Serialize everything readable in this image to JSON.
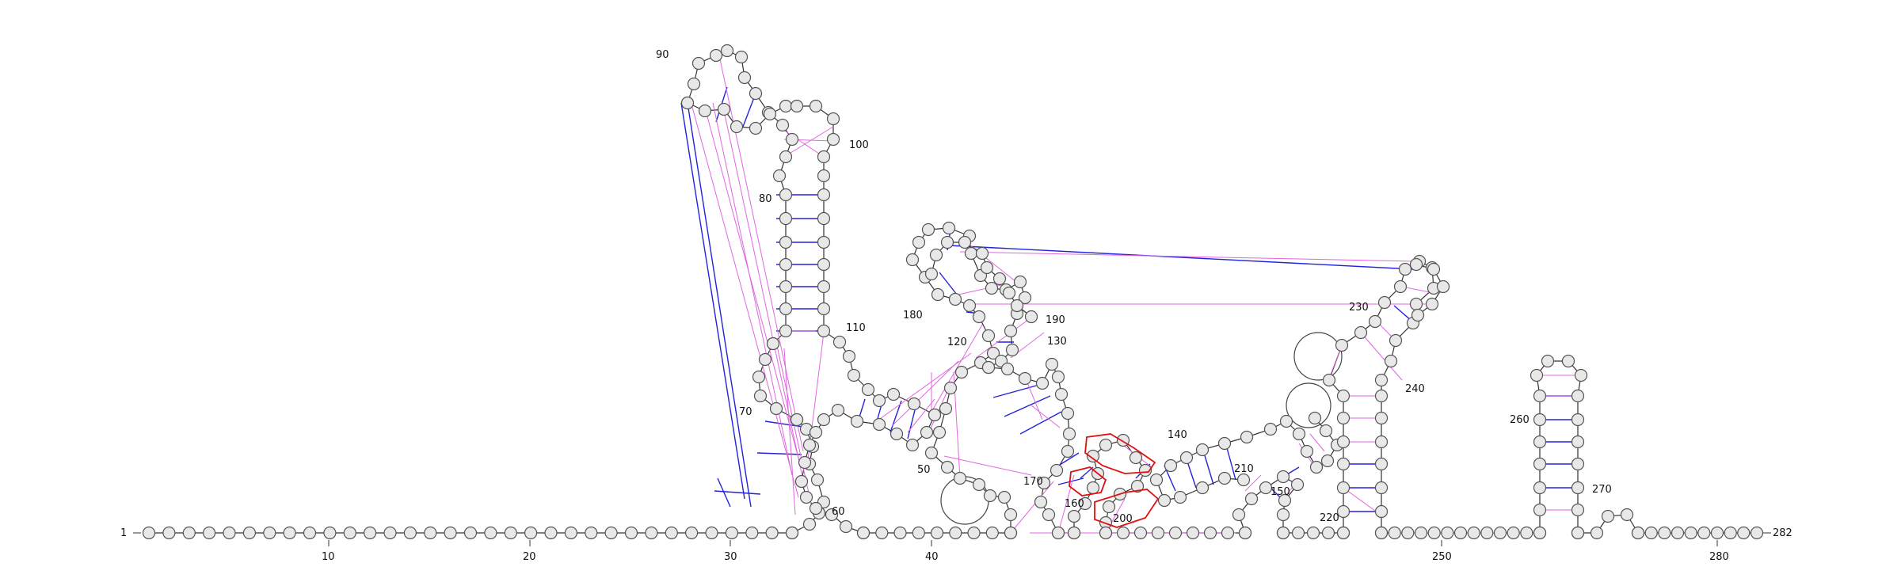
{
  "colors": {
    "nucleotide_fill": "#e8e8e8",
    "nucleotide_stroke": "#555555",
    "backbone": "#333333",
    "canonical_pair": "#2222dd",
    "noncanonical_pair": "#e066e0",
    "highlight": "#dd1111"
  },
  "axis_ticks": [
    "10",
    "20",
    "30",
    "40",
    "250",
    "280"
  ],
  "labels": {
    "n1": "1",
    "n10": "10",
    "n20": "20",
    "n30": "30",
    "n40": "40",
    "n50": "50",
    "n60": "60",
    "n70": "70",
    "n80": "80",
    "n90": "90",
    "n100": "100",
    "n110": "110",
    "n120": "120",
    "n130": "130",
    "n140": "140",
    "n150": "150",
    "n160": "160",
    "n170": "170",
    "n180": "180",
    "n190": "190",
    "n200": "200",
    "n210": "210",
    "n220": "220",
    "n230": "230",
    "n240": "240",
    "n250": "250",
    "n260": "260",
    "n270": "270",
    "n280": "280",
    "n282": "282"
  }
}
